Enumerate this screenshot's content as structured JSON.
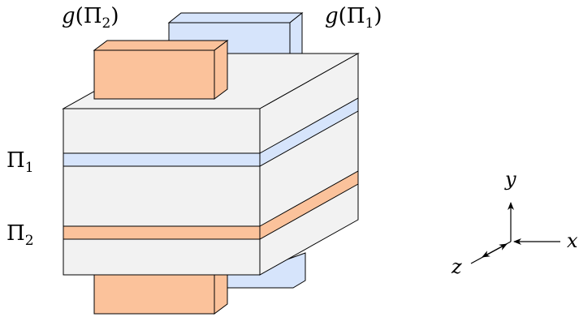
{
  "labels": {
    "g_pi2": {
      "fn": "g",
      "open": "(",
      "sym": "Π",
      "sub": "2",
      "close": ")"
    },
    "g_pi1": {
      "fn": "g",
      "open": "(",
      "sym": "Π",
      "sub": "1",
      "close": ")"
    },
    "pi1": {
      "sym": "Π",
      "sub": "1"
    },
    "pi2": {
      "sym": "Π",
      "sub": "2"
    }
  },
  "axes": {
    "x": "x",
    "y": "y",
    "z": "z"
  },
  "colors": {
    "block_face": "#f2f2f2",
    "blue": "#d6e4fb",
    "orange": "#fbc29b",
    "stroke": "#000000"
  }
}
